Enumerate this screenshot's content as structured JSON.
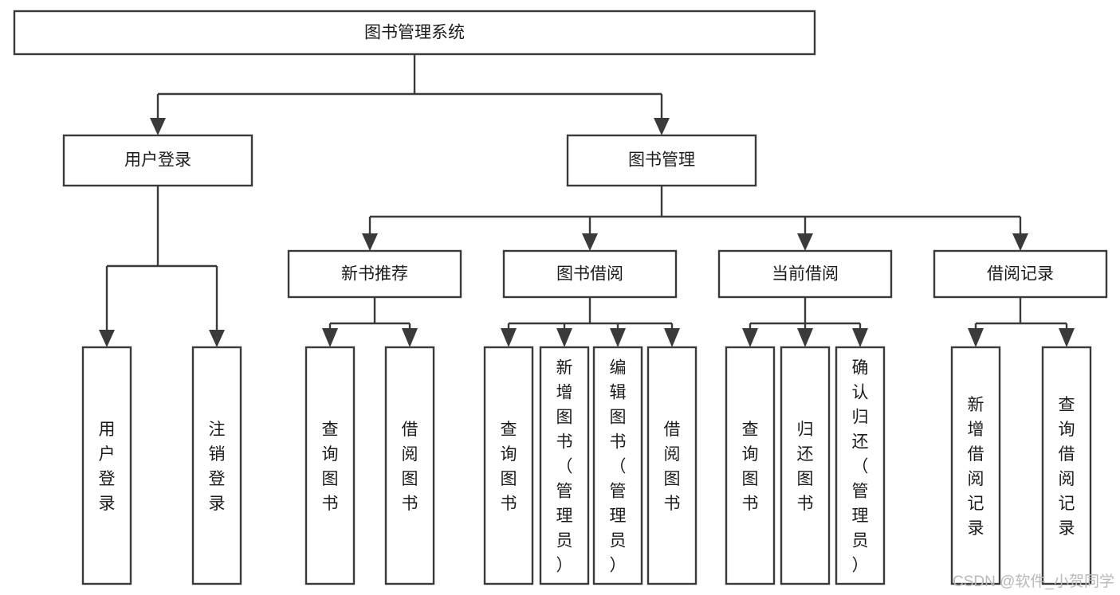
{
  "diagram": {
    "title": "图书管理系统",
    "type": "tree",
    "orientation": "top-down",
    "root": {
      "id": "root",
      "label": "图书管理系统"
    },
    "level2": [
      {
        "id": "user-login",
        "label": "用户登录"
      },
      {
        "id": "book-manage",
        "label": "图书管理"
      }
    ],
    "level3": [
      {
        "id": "new-book-rec",
        "label": "新书推荐",
        "parent": "book-manage"
      },
      {
        "id": "book-borrow",
        "label": "图书借阅",
        "parent": "book-manage"
      },
      {
        "id": "current-borrow",
        "label": "当前借阅",
        "parent": "book-manage"
      },
      {
        "id": "borrow-record",
        "label": "借阅记录",
        "parent": "book-manage"
      }
    ],
    "leaves": [
      {
        "id": "leaf-user-login",
        "label": "用户登录",
        "parent": "user-login"
      },
      {
        "id": "leaf-logout",
        "label": "注销登录",
        "parent": "user-login"
      },
      {
        "id": "leaf-query-book-1",
        "label": "查询图书",
        "parent": "new-book-rec"
      },
      {
        "id": "leaf-borrow-book-1",
        "label": "借阅图书",
        "parent": "new-book-rec"
      },
      {
        "id": "leaf-query-book-2",
        "label": "查询图书",
        "parent": "book-borrow"
      },
      {
        "id": "leaf-add-book",
        "label": "新增图书（管理员）",
        "parent": "book-borrow"
      },
      {
        "id": "leaf-edit-book",
        "label": "编辑图书（管理员）",
        "parent": "book-borrow"
      },
      {
        "id": "leaf-borrow-book-2",
        "label": "借阅图书",
        "parent": "book-borrow"
      },
      {
        "id": "leaf-query-book-3",
        "label": "查询图书",
        "parent": "current-borrow"
      },
      {
        "id": "leaf-return-book",
        "label": "归还图书",
        "parent": "current-borrow"
      },
      {
        "id": "leaf-confirm-return",
        "label": "确认归还（管理员）",
        "parent": "current-borrow"
      },
      {
        "id": "leaf-add-record",
        "label": "新增借阅记录",
        "parent": "borrow-record"
      },
      {
        "id": "leaf-query-record",
        "label": "查询借阅记录",
        "parent": "borrow-record"
      }
    ]
  },
  "watermark": {
    "text": "CSDN @软件_小贺同学"
  },
  "colors": {
    "stroke": "#3a3a3a",
    "box_fill": "#ffffff",
    "text": "#1b1b1b",
    "watermark": "#b9b9b9",
    "background": "#ffffff"
  }
}
